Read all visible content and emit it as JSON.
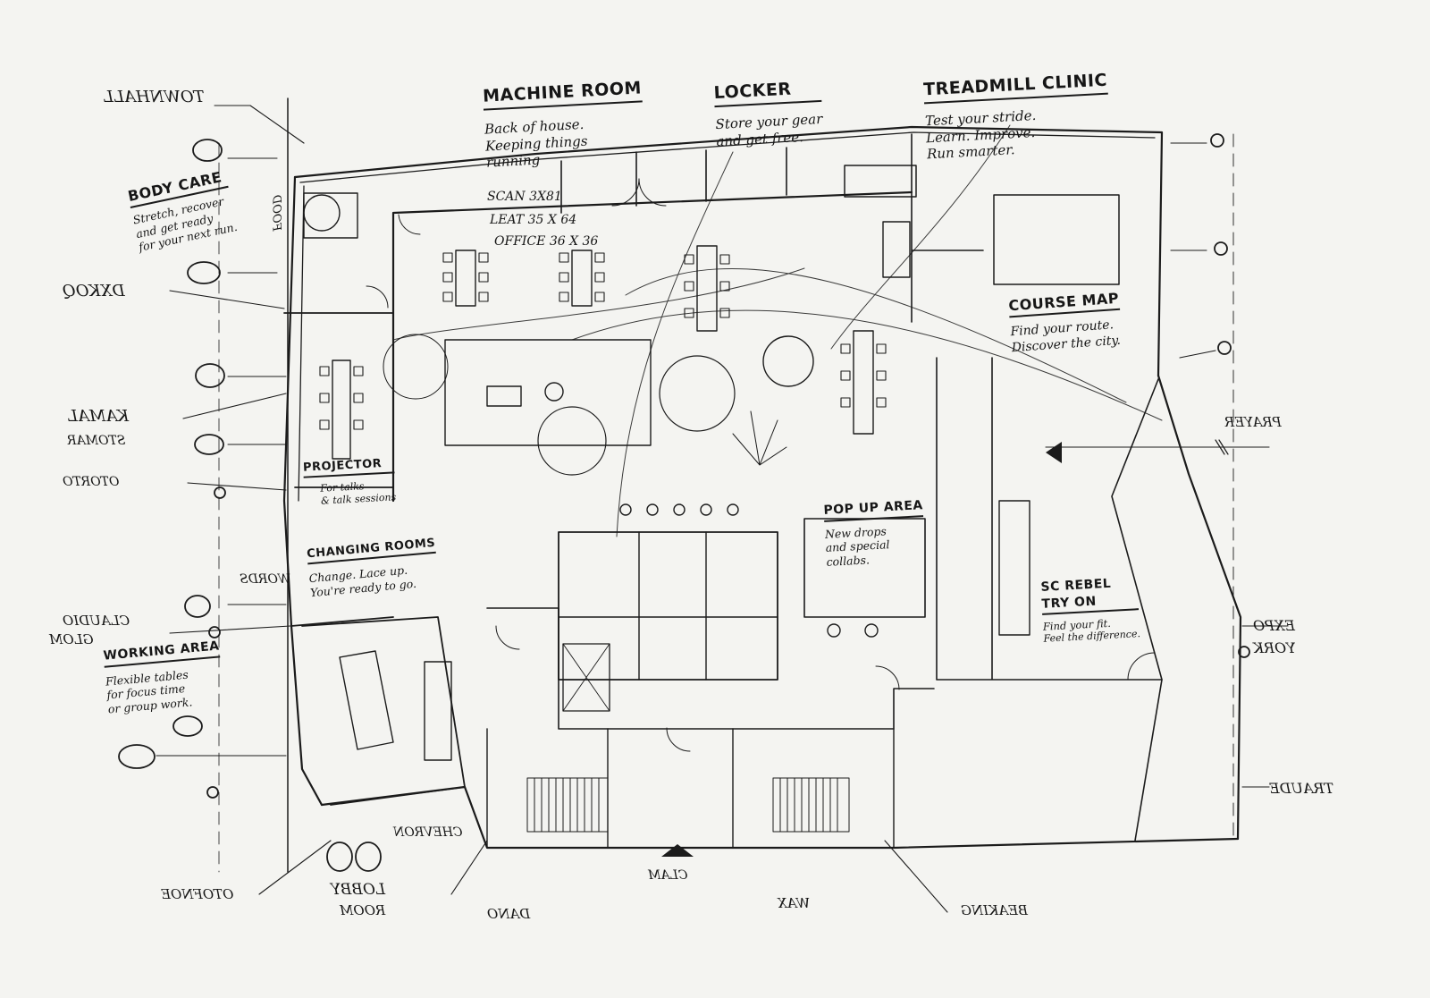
{
  "annotations": {
    "machine_room": {
      "title": "MACHINE ROOM",
      "lines": [
        "Back of house.",
        "Keeping things",
        "running"
      ]
    },
    "locker": {
      "title": "LOCKER",
      "lines": [
        "Store your gear",
        "and get free."
      ]
    },
    "treadmill_clinic": {
      "title": "TREADMILL CLINIC",
      "lines": [
        "Test your stride.",
        "Learn. Improve.",
        "Run smarter."
      ]
    },
    "body_care": {
      "title": "BODY CARE",
      "lines": [
        "Stretch, recover",
        "and get ready",
        "for your next run."
      ]
    },
    "course_map": {
      "title": "COURSE MAP",
      "lines": [
        "Find your route.",
        "Discover the city."
      ]
    },
    "projector": {
      "title": "PROJECTOR",
      "lines": [
        "For talks",
        "& talk sessions"
      ]
    },
    "changing_rooms": {
      "title": "CHANGING ROOMS",
      "lines": [
        "Change. Lace up.",
        "You're ready to go."
      ]
    },
    "pop_up_area": {
      "title": "POP UP AREA",
      "lines": [
        "New drops",
        "and special",
        "collabs."
      ]
    },
    "sc_rebel": {
      "title_lines": [
        "SC REBEL",
        "TRY ON"
      ],
      "lines": [
        "Find your fit.",
        "Feel the difference."
      ]
    },
    "working_area": {
      "title": "WORKING AREA",
      "lines": [
        "Flexible tables",
        "for focus time",
        "or group work."
      ]
    }
  },
  "dimension_notes": [
    "SCAN 3X81",
    "LEAT 35 X 64",
    "OFFICE 36 X 36"
  ],
  "mirrored_scribbles": [
    "TOWNHALL",
    "DXKOQ",
    "KAMAL",
    "STOMAR",
    "OTORTO",
    "WORDS",
    "GLOM",
    "CLAUDIO",
    "LOBBY",
    "ROOM",
    "WAX",
    "BEAKING",
    "DANO",
    "PRAYER",
    "EXPO",
    "YORK",
    "TRAUDE",
    "CHEVRON",
    "OTOFNOE",
    "CLAM",
    "FOOD"
  ],
  "colors": {
    "paper": "#f4f4f1",
    "ink": "#1b1b1b"
  },
  "icons": [
    "entrance-arrow-icon",
    "north-arrow-icon",
    "plant-icon",
    "round-table-icon"
  ]
}
